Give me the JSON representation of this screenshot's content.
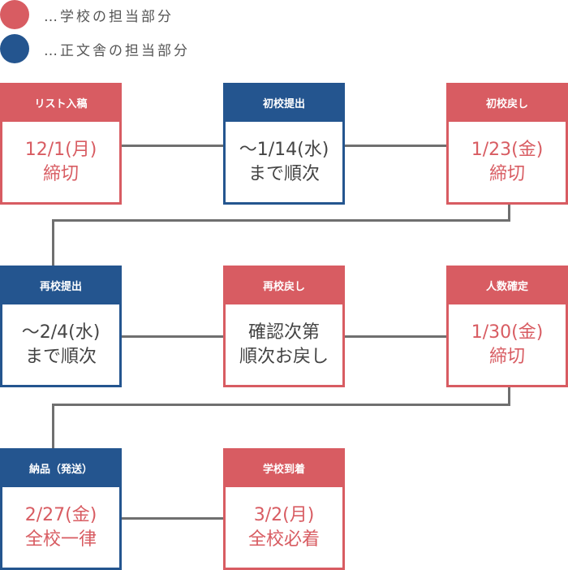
{
  "colors": {
    "school": "#d85c62",
    "seibunsha": "#24558f",
    "line": "#6f6f6f"
  },
  "legend": {
    "school": "…学校の担当部分",
    "seibunsha": "…正文舎の担当部分"
  },
  "steps": [
    {
      "title": "リスト入稿",
      "line1": "12/1(月)",
      "line2": "締切",
      "owner": "school"
    },
    {
      "title": "初校提出",
      "line1": "〜1/14(水)",
      "line2": "まで順次",
      "owner": "seibunsha"
    },
    {
      "title": "初校戻し",
      "line1": "1/23(金)",
      "line2": "締切",
      "owner": "school"
    },
    {
      "title": "再校提出",
      "line1": "〜2/4(水)",
      "line2": "まで順次",
      "owner": "seibunsha"
    },
    {
      "title": "再校戻し",
      "line1": "確認次第",
      "line2": "順次お戻し",
      "owner": "school"
    },
    {
      "title": "人数確定",
      "line1": "1/30(金)",
      "line2": "締切",
      "owner": "school"
    },
    {
      "title": "納品（発送）",
      "line1": "2/27(金)",
      "line2": "全校一律",
      "owner": "seibunsha"
    },
    {
      "title": "学校到着",
      "line1": "3/2(月)",
      "line2": "全校必着",
      "owner": "school"
    }
  ]
}
